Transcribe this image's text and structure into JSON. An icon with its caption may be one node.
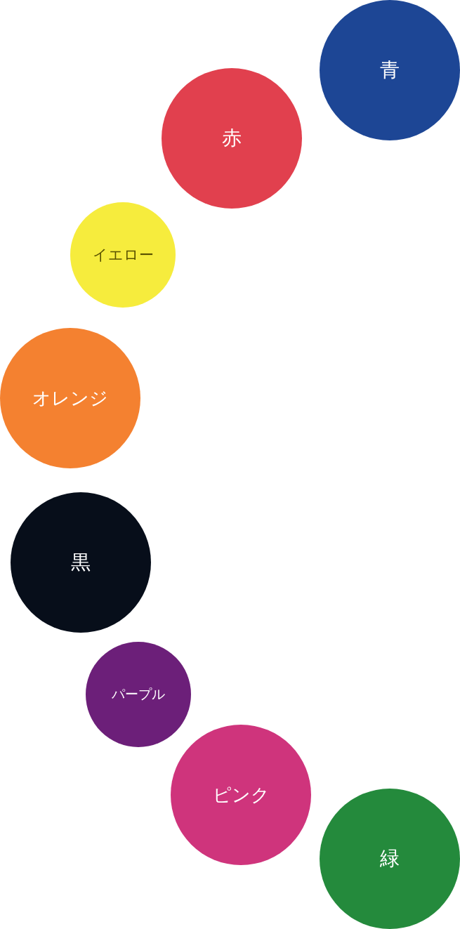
{
  "diagram": {
    "nodes": [
      {
        "text": [
          "青"
        ]
      },
      {
        "text": [
          "赤"
        ]
      },
      {
        "text": [
          "イエロー"
        ]
      },
      {
        "text": [
          "オレンジ"
        ]
      },
      {
        "text": [
          "黒"
        ]
      },
      {
        "text": [
          "パープル"
        ]
      },
      {
        "text": [
          "ピンク"
        ]
      },
      {
        "text": [
          "緑"
        ]
      }
    ]
  }
}
